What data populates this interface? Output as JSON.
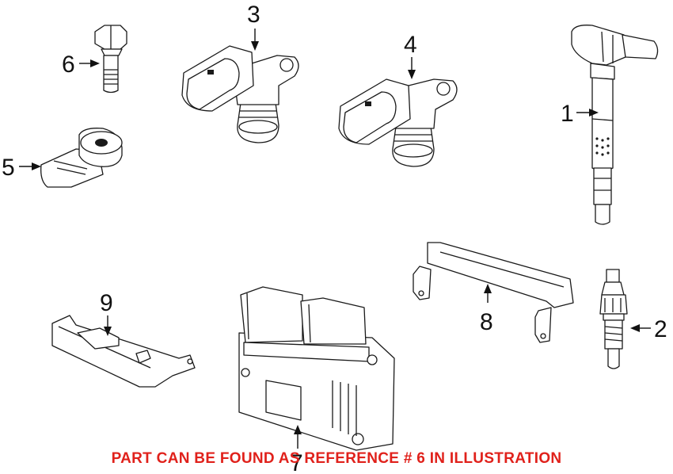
{
  "callouts": {
    "c1": "1",
    "c2": "2",
    "c3": "3",
    "c4": "4",
    "c5": "5",
    "c6": "6",
    "c7": "7",
    "c8": "8",
    "c9": "9"
  },
  "note": "PART CAN BE FOUND AS REFERENCE # 6 IN ILLUSTRATION",
  "colors": {
    "note": "#e0211b",
    "line": "#1a1a1a"
  }
}
